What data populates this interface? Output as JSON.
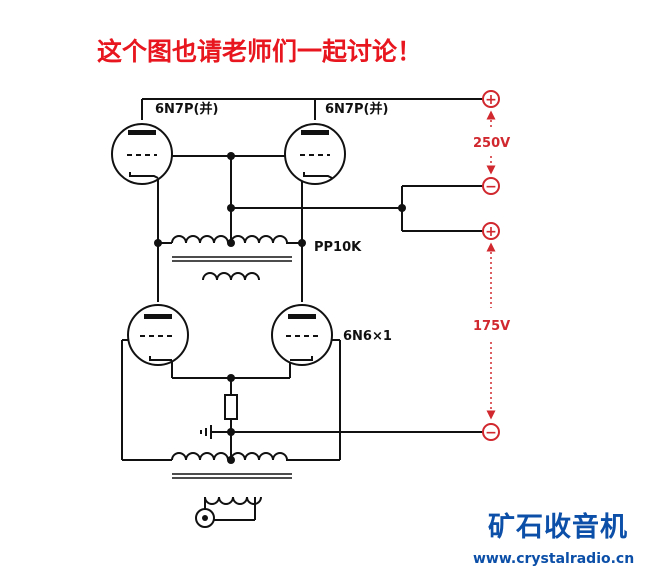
{
  "title": "这个图也请老师们一起讨论！",
  "labels": {
    "tube_top_left": "6N7P(并)",
    "tube_top_right": "6N7P(并)",
    "transformer": "PP10K",
    "tube_bottom": "6N6×1",
    "voltage_upper": "250V",
    "voltage_lower": "175V"
  },
  "terminals": {
    "plus_symbol": "+",
    "minus_symbol": "−"
  },
  "brand": {
    "name": "矿石收音机",
    "url": "www.crystalradio.cn"
  },
  "colors": {
    "title": "#e8161e",
    "voltage": "#d0282e",
    "brand": "#0b4fa8",
    "wire": "#111111",
    "terminal": "#d0282e"
  }
}
